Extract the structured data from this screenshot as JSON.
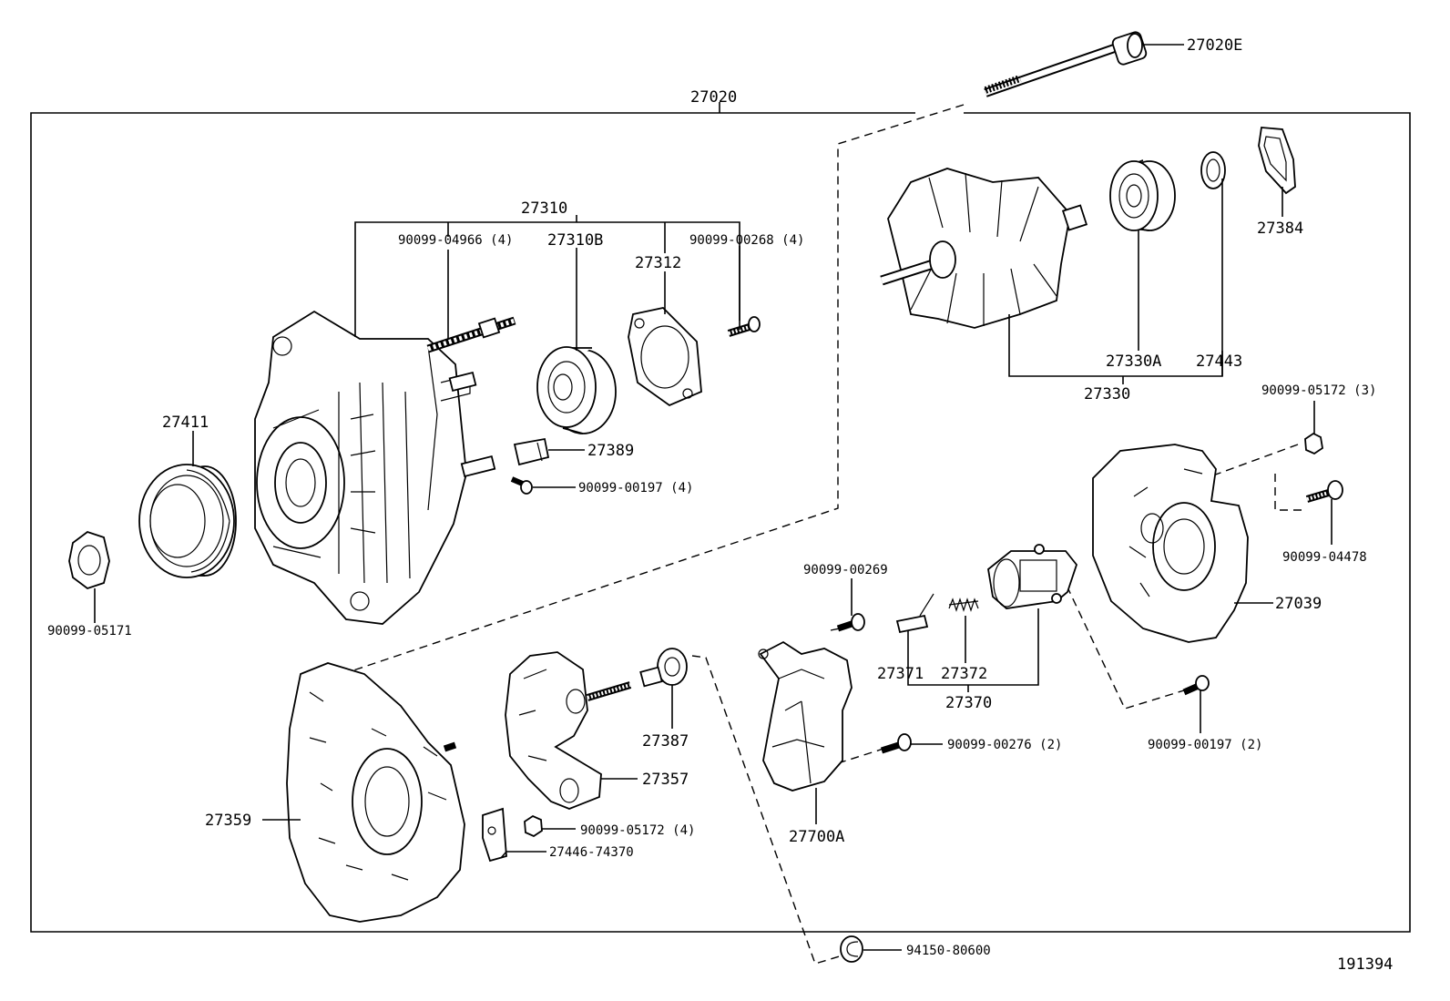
{
  "diagram_number": "191394",
  "labels": {
    "assembly": "27020",
    "through_bolt": "27020E",
    "drive_end_frame_assy": "27310",
    "stud_bolt": "90099-04966 (4)",
    "bearing_front": "27310B",
    "retainer_plate": "27312",
    "retainer_screw": "90099-00268 (4)",
    "terminal_insulator": "27389",
    "screw_00197_4": "90099-00197 (4)",
    "pulley": "27411",
    "pulley_nut": "90099-05171",
    "rotor_assy": "27330",
    "rear_bearing": "27330A",
    "bearing_cover": "27443",
    "bearing_plate": "27384",
    "nut_05172_3": "90099-05172 (3)",
    "bolt_04478": "90099-04478",
    "rear_end_cover": "27039",
    "screw_00197_2": "90099-00197 (2)",
    "screw_00269": "90099-00269",
    "brush": "27371",
    "brush_spring": "27372",
    "brush_holder_assy": "27370",
    "regulator_screw": "90099-00276 (2)",
    "regulator": "27700A",
    "rear_frame": "27359",
    "rectifier_holder": "27357",
    "terminal_insulator_b": "27387",
    "nut_05172_4": "90099-05172 (4)",
    "insulator_27446": "27446-74370",
    "clip": "94150-80600"
  }
}
